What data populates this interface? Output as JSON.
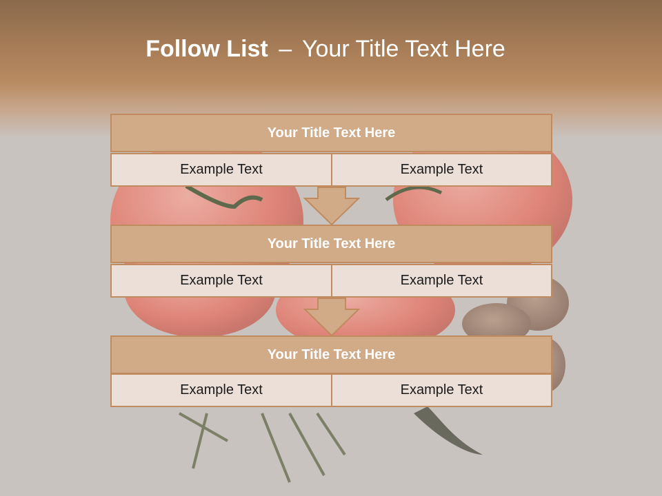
{
  "title": {
    "bold": "Follow List",
    "separator": "–",
    "rest": "Your Title Text Here"
  },
  "steps": [
    {
      "heading": "Your Title Text Here",
      "left": "Example Text",
      "right": "Example Text"
    },
    {
      "heading": "Your Title Text Here",
      "left": "Example Text",
      "right": "Example Text"
    },
    {
      "heading": "Your Title Text Here",
      "left": "Example Text",
      "right": "Example Text"
    }
  ],
  "colors": {
    "header": "#a37a55",
    "box_fill": "#d1aa88",
    "box_border": "#c08b5e",
    "cell_fill": "#ecdfd8",
    "background": "#c8c3bf"
  }
}
